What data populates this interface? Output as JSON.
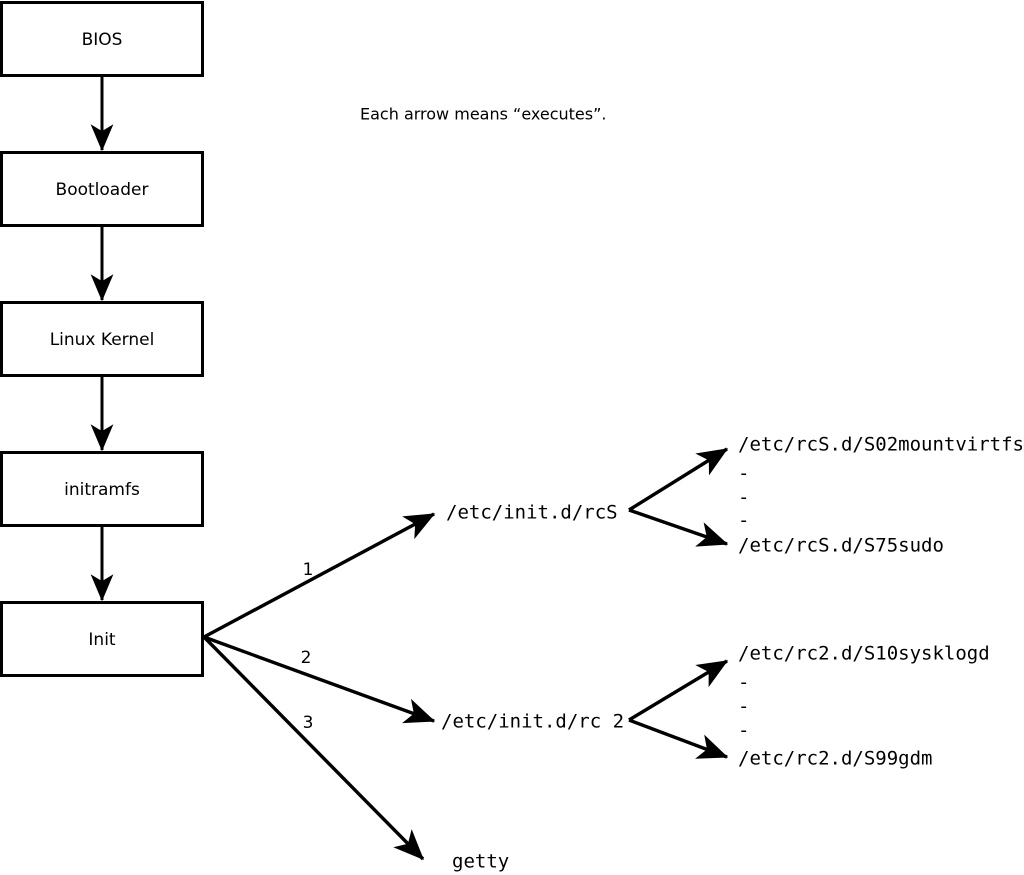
{
  "diagram": {
    "title_note": "Each arrow means “executes”.",
    "boot_chain": [
      {
        "label": "BIOS"
      },
      {
        "label": "Bootloader"
      },
      {
        "label": "Linux Kernel"
      },
      {
        "label": "initramfs"
      },
      {
        "label": "Init"
      }
    ],
    "init_branches": [
      {
        "number": "1",
        "label": "/etc/init.d/rcS"
      },
      {
        "number": "2",
        "label": "/etc/init.d/rc 2"
      },
      {
        "number": "3",
        "label": "getty"
      }
    ],
    "rcs_scripts": {
      "first": "/etc/rcS.d/S02mountvirtfs",
      "ellipsis": [
        "-",
        "-",
        "-"
      ],
      "last": "/etc/rcS.d/S75sudo"
    },
    "rc2_scripts": {
      "first": "/etc/rc2.d/S10sysklogd",
      "ellipsis": [
        "-",
        "-",
        "-"
      ],
      "last": "/etc/rc2.d/S99gdm"
    },
    "colors": {
      "stroke": "#000000",
      "fill": "#ffffff",
      "background": "#ffffff"
    }
  }
}
